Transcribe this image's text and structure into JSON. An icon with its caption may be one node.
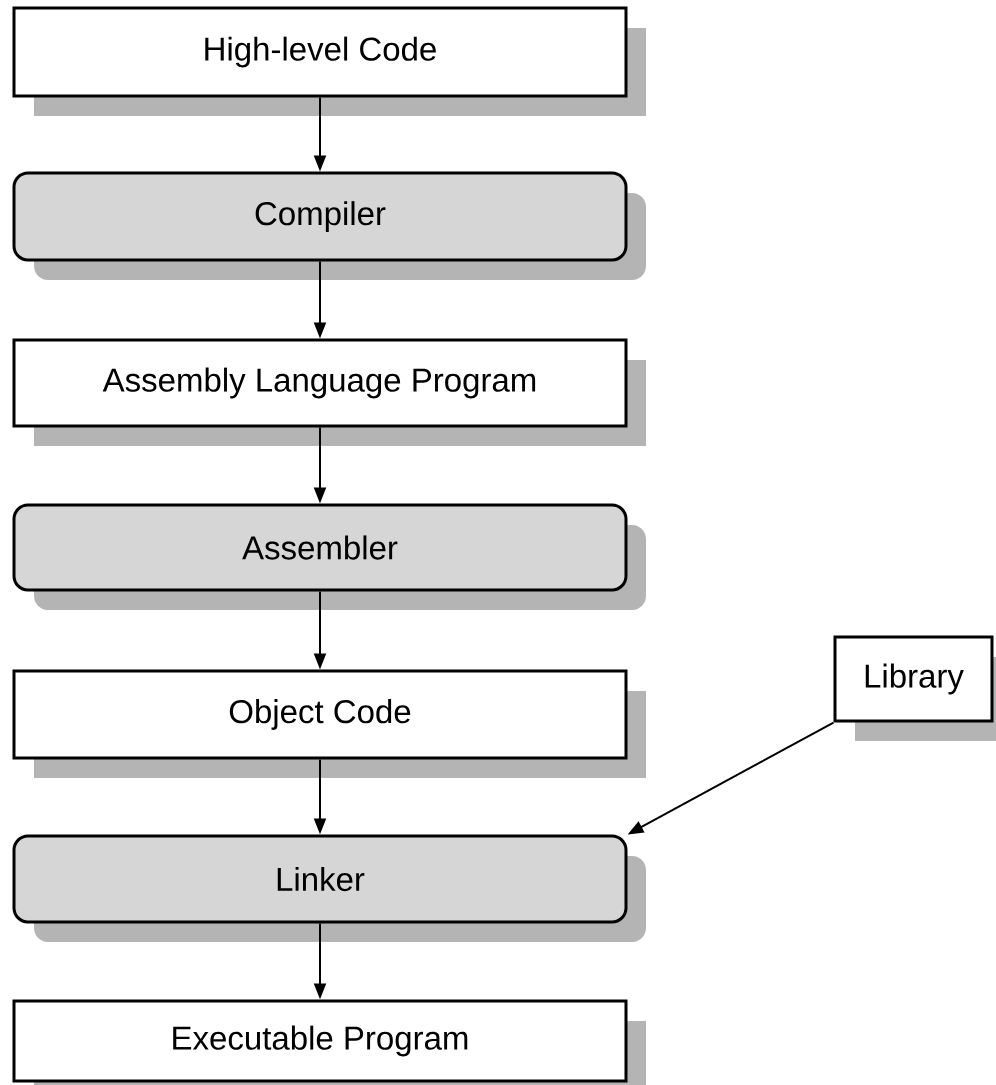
{
  "diagram": {
    "nodes": [
      {
        "text": [
          "High-level Code"
        ]
      },
      {
        "text": [
          "Compiler"
        ]
      },
      {
        "text": [
          "Assembly Language Program"
        ]
      },
      {
        "text": [
          "Assembler"
        ]
      },
      {
        "text": [
          "Object Code"
        ]
      },
      {
        "text": [
          "Linker"
        ]
      },
      {
        "text": [
          "Executable Program"
        ]
      },
      {
        "text": [
          "Library"
        ]
      }
    ],
    "edges": [
      {
        "from": 0,
        "to": 1,
        "arrow": "to"
      },
      {
        "from": 1,
        "to": 2,
        "arrow": "to"
      },
      {
        "from": 2,
        "to": 3,
        "arrow": "to"
      },
      {
        "from": 3,
        "to": 4,
        "arrow": "to"
      },
      {
        "from": 4,
        "to": 5,
        "arrow": "to"
      },
      {
        "from": 7,
        "to": 5,
        "arrow": "to"
      },
      {
        "from": 5,
        "to": 6,
        "arrow": "to"
      }
    ]
  }
}
